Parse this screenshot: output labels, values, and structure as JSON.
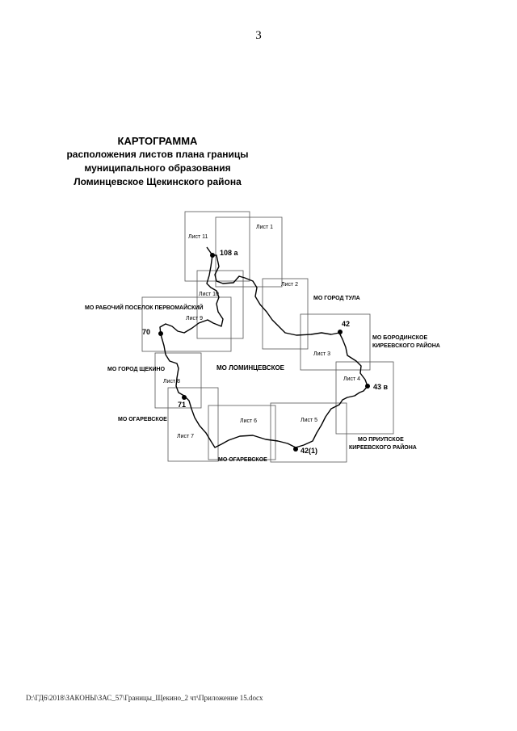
{
  "page_number": "3",
  "title": {
    "line1": "КАРТОГРАММА",
    "line2": "расположения листов плана границы",
    "line3": "муниципального образования",
    "line4": "Ломинцевское Щекинского района"
  },
  "sheets": {
    "s1": "Лист 1",
    "s2": "Лист 2",
    "s3": "Лист 3",
    "s4": "Лист 4",
    "s5": "Лист 5",
    "s6": "Лист 6",
    "s7": "Лист 7",
    "s8": "Лист 8",
    "s9": "Лист 9",
    "s10": "Лист 10",
    "s11": "Лист 11"
  },
  "regions": {
    "tula": "МО ГОРОД ТУЛА",
    "pervomaisky": "МО РАБОЧИЙ ПОСЕЛОК ПЕРВОМАЙСКИЙ",
    "borodinskoe_1": "МО БОРОДИНСКОЕ",
    "borodinskoe_2": "КИРЕЕВСКОГО РАЙОНА",
    "shchekino": "МО ГОРОД ЩЕКИНО",
    "lomintsevskoe": "МО ЛОМИНЦЕВСКОЕ",
    "ogarevskoe_west": "МО ОГАРЕВСКОЕ",
    "ogarevskoe_south": "МО ОГАРЕВСКОЕ",
    "priupskoe_1": "МО ПРИУПСКОЕ",
    "priupskoe_2": "КИРЕЕВСКОГО РАЙОНА"
  },
  "points": {
    "p108a": "108 а",
    "p42": "42",
    "p70": "70",
    "p43v": "43 в",
    "p71": "71",
    "p42_1": "42(1)"
  },
  "footer": "D:\\ГД6\\2018\\ЗАКОНЫ\\ЗАС_57\\Границы_Щекино_2 чт\\Приложение 15.docx"
}
